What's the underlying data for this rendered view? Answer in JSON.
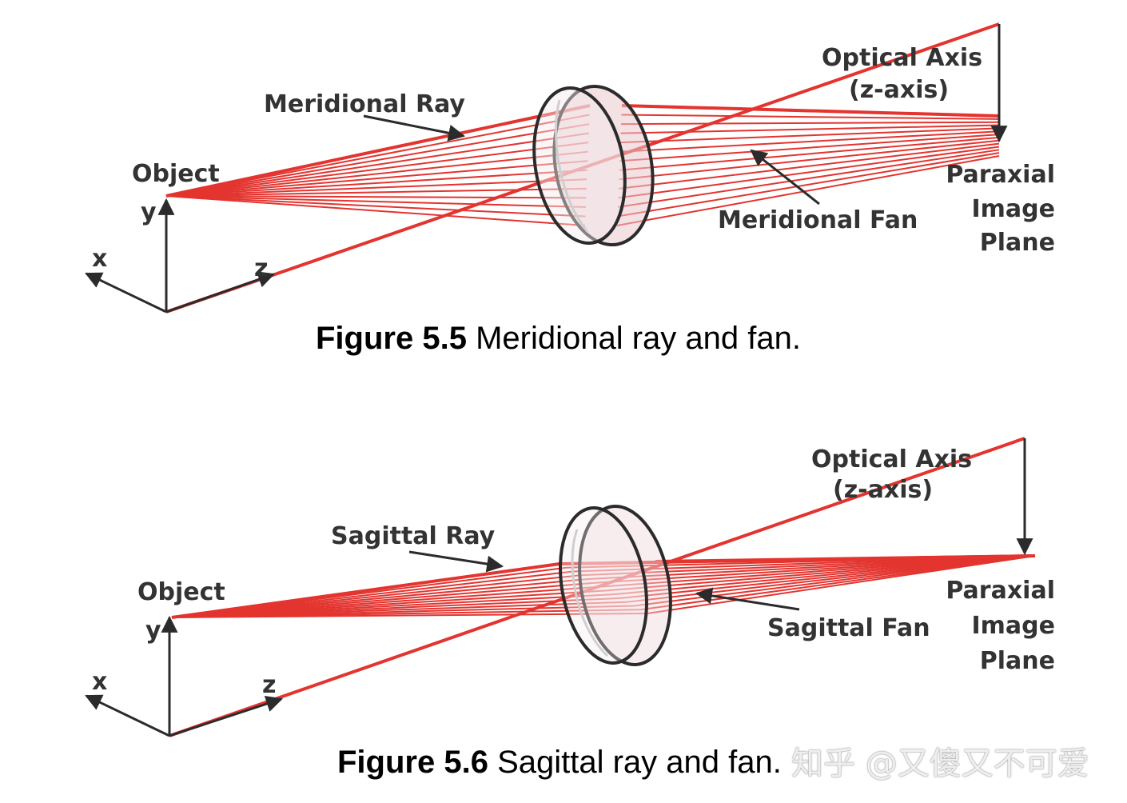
{
  "colors": {
    "ray": "#e3342f",
    "lens_edge": "#2b2b2b",
    "lens_fill": "#e9c9cd",
    "axis": "#2b2b2b",
    "text": "#333333"
  },
  "figure_a": {
    "labels": {
      "meridional_ray": "Meridional Ray",
      "optical_axis": "Optical Axis",
      "z_axis": "(z-axis)",
      "object": "Object",
      "y": "y",
      "x": "x",
      "z": "z",
      "paraxial": "Paraxial",
      "image": "Image",
      "plane": "Plane",
      "fan": "Meridional Fan"
    },
    "caption_bold": "Figure 5.5",
    "caption_text": " Meridional ray and fan."
  },
  "figure_b": {
    "labels": {
      "sagittal_ray": "Sagittal Ray",
      "optical_axis": "Optical Axis",
      "z_axis": "(z-axis)",
      "object": "Object",
      "y": "y",
      "x": "x",
      "z": "z",
      "paraxial": "Paraxial",
      "image": "Image",
      "plane": "Plane",
      "fan": "Sagittal Fan"
    },
    "caption_bold": "Figure 5.6",
    "caption_text": " Sagittal ray and fan."
  },
  "watermark": "知乎 @又傻又不可爱"
}
